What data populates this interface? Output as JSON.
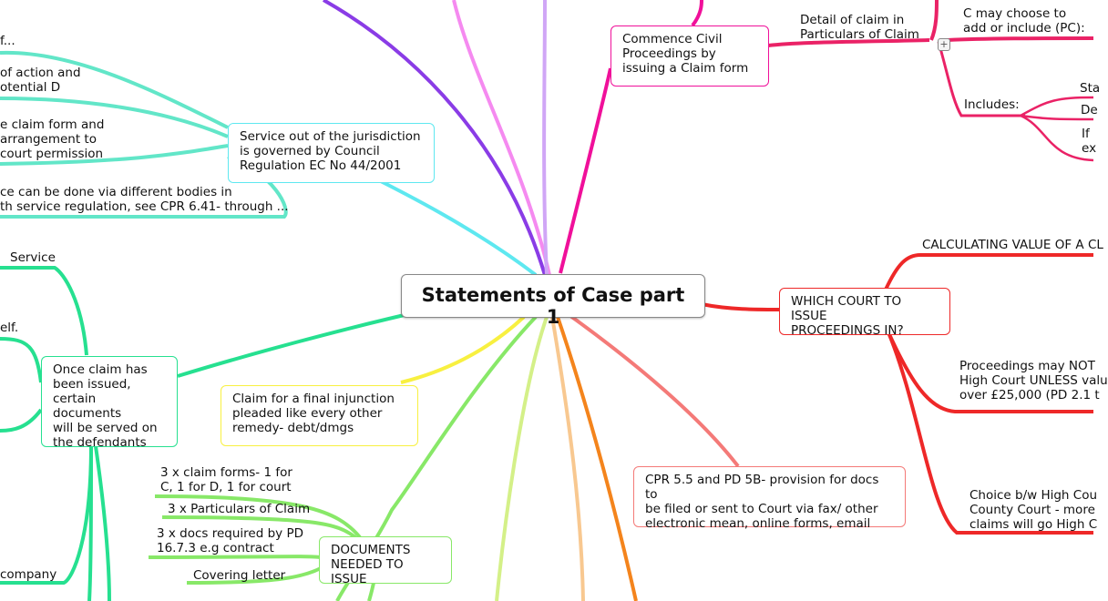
{
  "central": {
    "title": "Statements of Case part 1"
  },
  "nodes": {
    "commence": [
      "Commence Civil",
      "Proceedings by",
      "issuing a Claim form"
    ],
    "service_out": [
      "Service out of the jurisdiction",
      "is governed by Council",
      "Regulation EC No 44/2001"
    ],
    "once_claim": [
      "Once claim  has",
      "been issued,",
      "certain documents",
      "will be served on",
      "the defendants"
    ],
    "injunction": [
      "Claim for a final injunction",
      "pleaded like every other",
      "remedy- debt/dmgs"
    ],
    "documents_needed": [
      "DOCUMENTS",
      "NEEDED TO ISSUE"
    ],
    "cpr_55": [
      "CPR 5.5 and PD 5B- provision for docs to",
      "be filed or sent to Court via fax/ other",
      "electronic mean, online forms, email"
    ],
    "which_court": [
      "WHICH COURT TO ISSUE",
      "PROCEEDINGS IN?"
    ]
  },
  "labels": {
    "detail_claim": [
      "Detail of claim in",
      "Particulars of Claim"
    ],
    "c_may_choose": [
      "C may choose to",
      "add or include (PC):"
    ],
    "includes": [
      "Includes:"
    ],
    "sta": [
      "Sta"
    ],
    "de": [
      "De"
    ],
    "if_ex": [
      "If",
      "ex"
    ],
    "calculating": [
      "CALCULATING VALUE OF A CL"
    ],
    "proceedings_may": [
      "Proceedings may NOT",
      "High Court UNLESS valu",
      "over £25,000 (PD 2.1 t"
    ],
    "choice_bw": [
      "Choice b/w High Cou",
      "County Court - more",
      "claims will go High C"
    ],
    "f_trunc": [
      "f..."
    ],
    "of_action": [
      "of action and",
      "otential D"
    ],
    "e_claim_form": [
      "e claim form and",
      " arrangement to",
      "court permission"
    ],
    "ce_bodies": [
      "ce can be done via different bodies in",
      "th service regulation, see CPR 6.41- through ..."
    ],
    "service": [
      "Service"
    ],
    "elf": [
      "elf."
    ],
    "company": [
      "company"
    ],
    "three_claim_forms": [
      "3 x claim forms- 1 for",
      "C, 1 for D, 1 for court"
    ],
    "three_pocs": [
      "3 x Particulars of Claim"
    ],
    "three_docs": [
      "3 x docs required by PD",
      "16.7.3 e.g contract"
    ],
    "covering_letter": [
      "Covering letter"
    ]
  },
  "colors": {
    "purple": "#8a3ce6",
    "pink_light": "#f58af0",
    "magenta": "#f0109a",
    "crimson": "#ea2266",
    "cyan": "#5ee8f0",
    "aqua": "#62e6c8",
    "green": "#26e090",
    "yellow": "#f8f040",
    "lime": "#88e868",
    "orange": "#f4841c",
    "peach": "#f8c890",
    "salmon": "#f47a78",
    "red": "#ee2828",
    "lavender": "#d0a6f6"
  }
}
